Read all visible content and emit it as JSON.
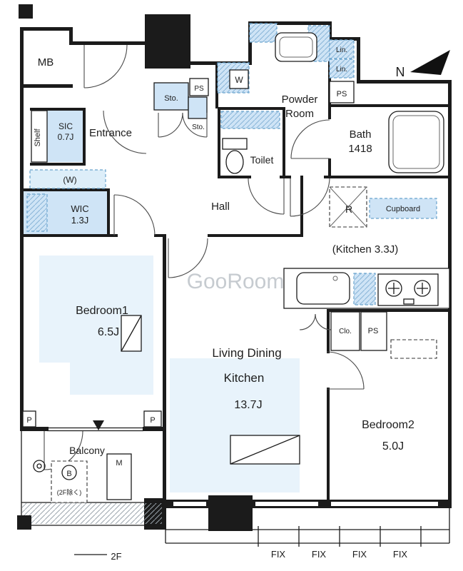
{
  "watermark": "GooRoom",
  "compass": {
    "label": "N"
  },
  "colors": {
    "accent_blue": "#cfe4f6",
    "floor_tint": "#e8f3fb",
    "wall": "#1b1b1b"
  },
  "labels": {
    "mb": "MB",
    "shelf": "Shelf",
    "sic": {
      "name": "SIC",
      "size": "0.7J"
    },
    "entrance": "Entrance",
    "sto1": "Sto.",
    "sto2": "Sto.",
    "ps_top": "PS",
    "w": "W",
    "powder": {
      "line1": "Powder",
      "line2": "Room"
    },
    "lin1": "Lin.",
    "lin2": "Lin.",
    "ps_bath": "PS",
    "bath": {
      "name": "Bath",
      "size": "1418"
    },
    "toilet": "Toilet",
    "hall": "Hall",
    "w_hookup": "(W)",
    "wic": {
      "name": "WIC",
      "size": "1.3J"
    },
    "fridge": "R",
    "cupboard": "Cupboard",
    "kitchen": "(Kitchen 3.3J)",
    "bedroom1": {
      "name": "Bedroom1",
      "size": "6.5J"
    },
    "ldk": {
      "line1": "Living Dining",
      "line2": "Kitchen",
      "size": "13.7J"
    },
    "bedroom2": {
      "name": "Bedroom2",
      "size": "5.0J"
    },
    "clo": "Clo.",
    "ps_bed2": "PS",
    "balcony": "Balcony",
    "b": "B",
    "b_note": "(2F除く)",
    "m": "M",
    "p_left": "P",
    "p_right": "P",
    "floor": "2F",
    "fix": [
      "FIX",
      "FIX",
      "FIX",
      "FIX"
    ]
  }
}
